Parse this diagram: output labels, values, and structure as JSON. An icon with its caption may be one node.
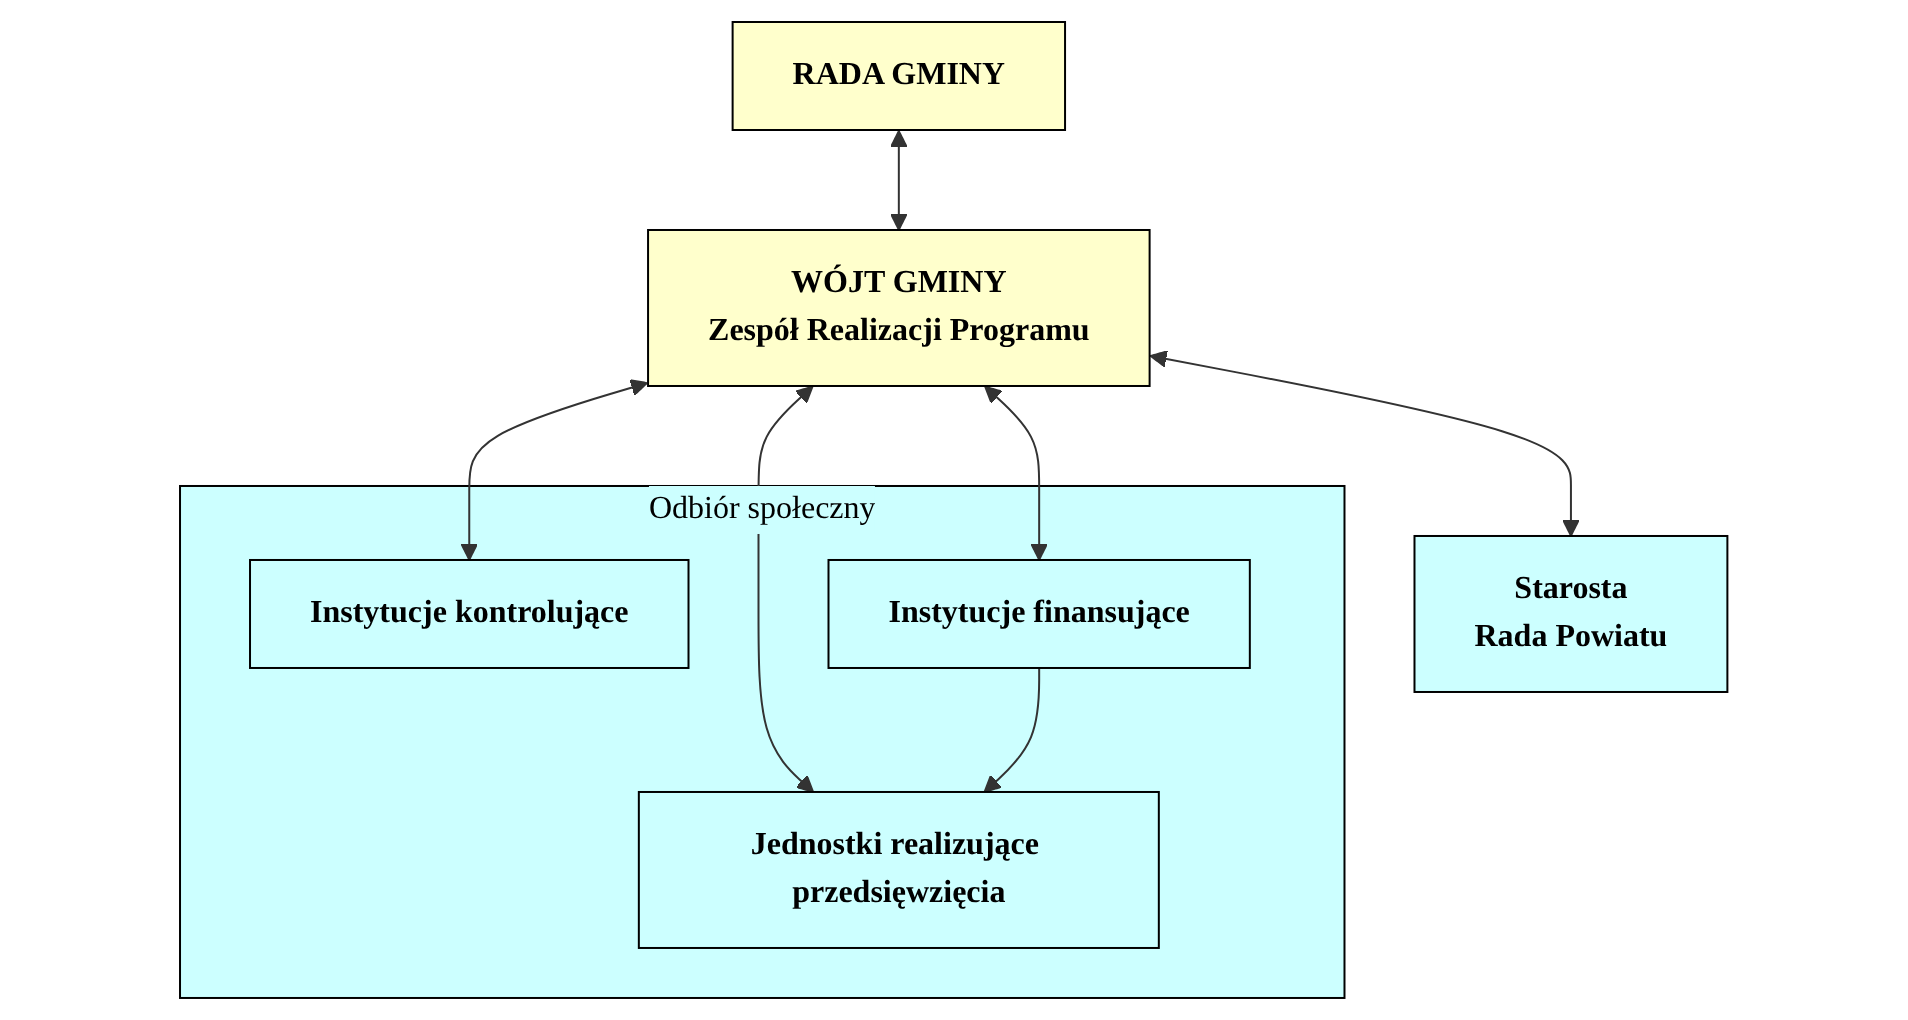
{
  "diagram": {
    "nodes": [
      {
        "text": [
          "RADA GMINY"
        ]
      },
      {
        "text": [
          "WÓJT GMINY",
          "Zespół Realizacji Programu"
        ]
      },
      {
        "text": [
          "Starosta",
          "Rada Powiatu"
        ]
      },
      {
        "text": [
          "Odbiór społeczny"
        ]
      },
      {
        "text": [
          "Instytucje kontrolujące"
        ],
        "in": 3
      },
      {
        "text": [
          "Jednostki realizujące przedsięwzięcia"
        ],
        "in": 3
      },
      {
        "text": [
          "Instytucje finansujące"
        ],
        "in": 3
      }
    ],
    "edges": [
      {
        "from": 0,
        "to": 1,
        "arrow": "both"
      },
      {
        "from": 1,
        "to": 2,
        "arrow": "both"
      },
      {
        "from": 1,
        "to": 4,
        "arrow": "both"
      },
      {
        "from": 1,
        "to": 5,
        "arrow": "both"
      },
      {
        "from": 1,
        "to": 6,
        "arrow": "both"
      },
      {
        "from": 6,
        "to": 5,
        "arrow": "to"
      }
    ]
  }
}
